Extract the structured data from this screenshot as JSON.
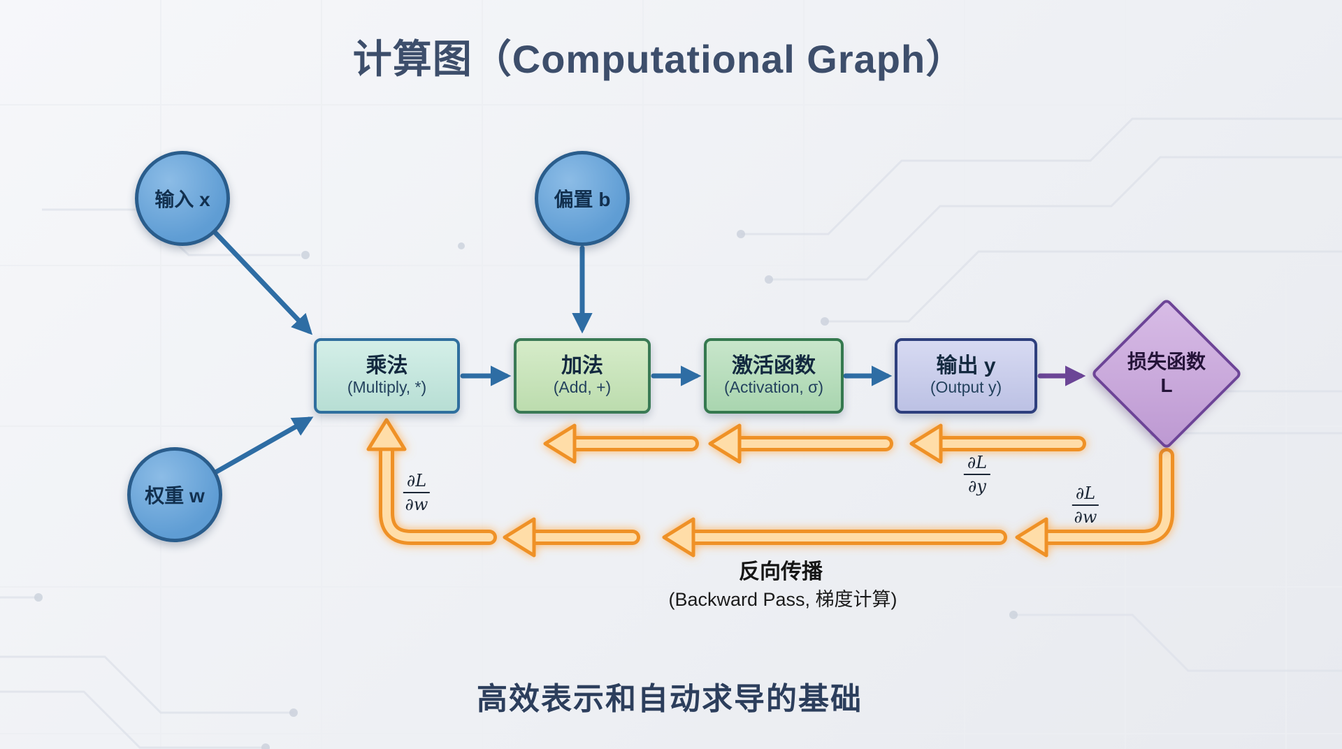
{
  "title": "计算图（Computational Graph）",
  "footer": "高效表示和自动求导的基础",
  "nodes": {
    "input_x": "输入 x",
    "bias_b": "偏置 b",
    "weight_w": "权重 w",
    "multiply_title": "乘法",
    "multiply_sub": "(Multiply, *)",
    "add_title": "加法",
    "add_sub": "(Add, +)",
    "activation_title": "激活函数",
    "activation_sub": "(Activation, σ)",
    "output_title": "输出 y",
    "output_sub": "(Output y)",
    "loss_title": "损失函数",
    "loss_sub": "L"
  },
  "backward": {
    "title": "反向传播",
    "subtitle": "(Backward Pass, 梯度计算)",
    "grad_y_num": "∂L",
    "grad_y_den": "∂y",
    "grad_w_right_num": "∂L",
    "grad_w_right_den": "∂w",
    "grad_w_left_num": "∂L",
    "grad_w_left_den": "∂w"
  },
  "colors": {
    "forward_arrow": "#2e6da4",
    "loss_arrow": "#6b4596",
    "backward_arrow_edge": "#ef9126",
    "backward_arrow_fill": "#ffdda8",
    "circle_fill": "#6aa6dc",
    "circle_border": "#2a5d8c",
    "multiply_fill": "#c2e5dc",
    "add_fill": "#c7e4ba",
    "activation_fill": "#b4dcba",
    "output_fill": "#c9cdeb",
    "loss_fill": "#c9a9da",
    "title_color": "#3d4e6b"
  }
}
